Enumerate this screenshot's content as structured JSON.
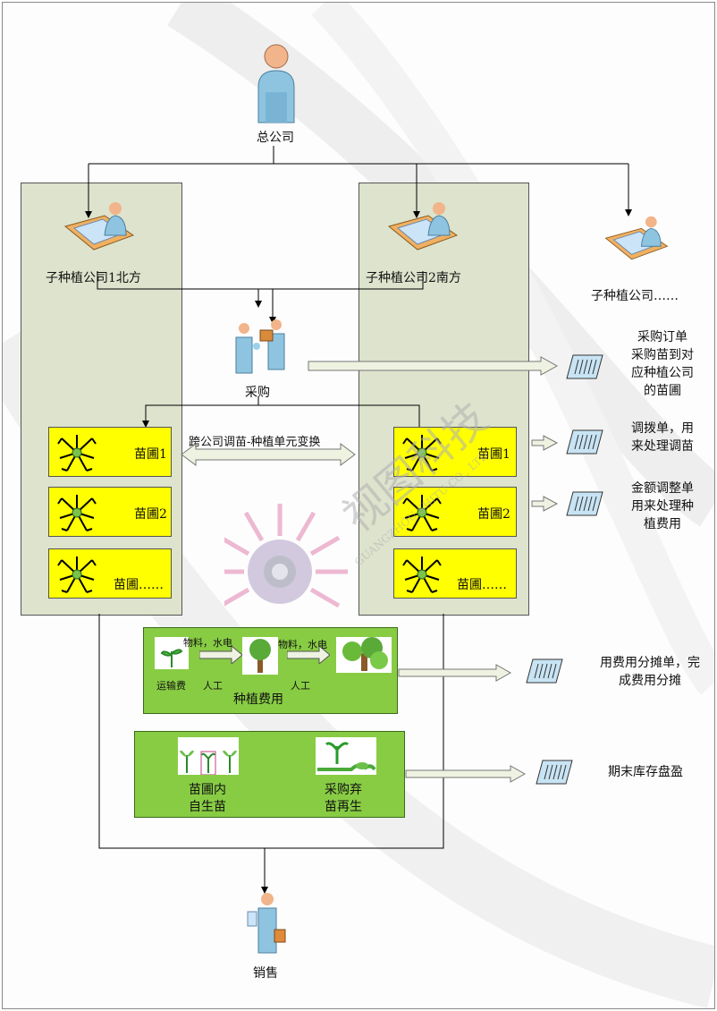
{
  "head_office": {
    "label": "总公司",
    "icon": "person-icon"
  },
  "sub1": {
    "label": "子种植公司1北方",
    "icon": "desk-worker-icon"
  },
  "sub2": {
    "label": "子种植公司2南方",
    "icon": "desk-worker-icon"
  },
  "sub_more": {
    "label": "子种植公司……",
    "icon": "desk-worker-icon"
  },
  "purchase": {
    "label": "采购",
    "icon": "trade-people-icon"
  },
  "transfer_arrow": {
    "label": "跨公司调苗-种植单元变换"
  },
  "nursery_left": [
    {
      "label": "苗圃1",
      "icon": "tree-root-icon"
    },
    {
      "label": "苗圃2",
      "icon": "tree-root-icon"
    },
    {
      "label": "苗圃……",
      "icon": "tree-root-icon"
    }
  ],
  "nursery_right": [
    {
      "label": "苗圃1",
      "icon": "tree-root-icon"
    },
    {
      "label": "苗圃2",
      "icon": "tree-root-icon"
    },
    {
      "label": "苗圃……",
      "icon": "tree-root-icon"
    }
  ],
  "planting": {
    "label": "种植费用",
    "materials_1": "物料，水电",
    "materials_2": "物料，水电",
    "labor_1": "人工",
    "labor_2": "人工",
    "transport": "运输费"
  },
  "regen": {
    "self_grown": [
      "苗圃内",
      "自生苗"
    ],
    "abandoned": [
      "采购弃",
      "苗再生"
    ]
  },
  "sales": {
    "label": "销售",
    "icon": "salesperson-icon"
  },
  "documents": {
    "doc1": [
      "采购订单",
      "采购苗到对",
      "应种植公司",
      "的苗圃"
    ],
    "doc2": [
      "调拨单，用",
      "来处理调苗"
    ],
    "doc3": [
      "金额调整单",
      "用来处理种",
      "植费用"
    ],
    "doc4": [
      "用费用分摊单，完",
      "成费用分摊"
    ],
    "doc5": [
      "期末库存盘盈"
    ]
  },
  "watermark": {
    "cn": "视图科技",
    "en": "GUANGZHOU SHITU CO., LTD."
  },
  "colors": {
    "company_panel": "#dde3cc",
    "nursery_box": "#ffff00",
    "green_box": "#88cc44",
    "document": "#c8e4f4"
  }
}
